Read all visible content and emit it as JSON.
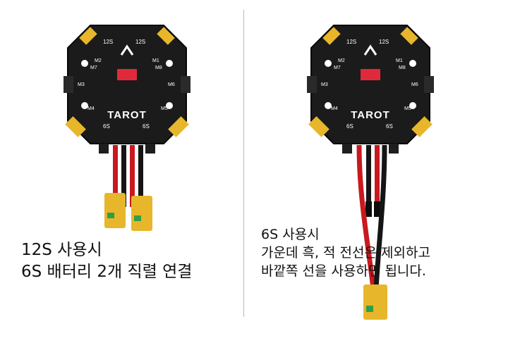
{
  "left_panel": {
    "board": {
      "brand": "TAROT",
      "corner_labels": [
        "12S",
        "12S",
        "6S",
        "6S"
      ],
      "motor_labels": [
        "M1",
        "M2",
        "M3",
        "M4",
        "M5",
        "M6",
        "M7",
        "M8"
      ]
    },
    "caption": {
      "line1": "12S 사용시",
      "line2": "6S 배터리 2개 직렬 연결"
    }
  },
  "right_panel": {
    "board": {
      "brand": "TAROT",
      "corner_labels": [
        "12S",
        "12S",
        "6S",
        "6S"
      ],
      "motor_labels": [
        "M1",
        "M2",
        "M3",
        "M4",
        "M5",
        "M6",
        "M7",
        "M8"
      ]
    },
    "caption": {
      "line1": "6S 사용시",
      "line2": "가운데 흑, 적 전선은 제외하고",
      "line3": "바깥쪽 선을 사용하면 됩니다."
    }
  },
  "colors": {
    "board": "#1b1b1b",
    "connector_yellow": "#e8b62a",
    "connector_pad": "#2f9e4a",
    "wire_red": "#c8191e",
    "wire_black": "#151515",
    "header_red": "#e02a3c",
    "divider": "#b9b9b9"
  }
}
